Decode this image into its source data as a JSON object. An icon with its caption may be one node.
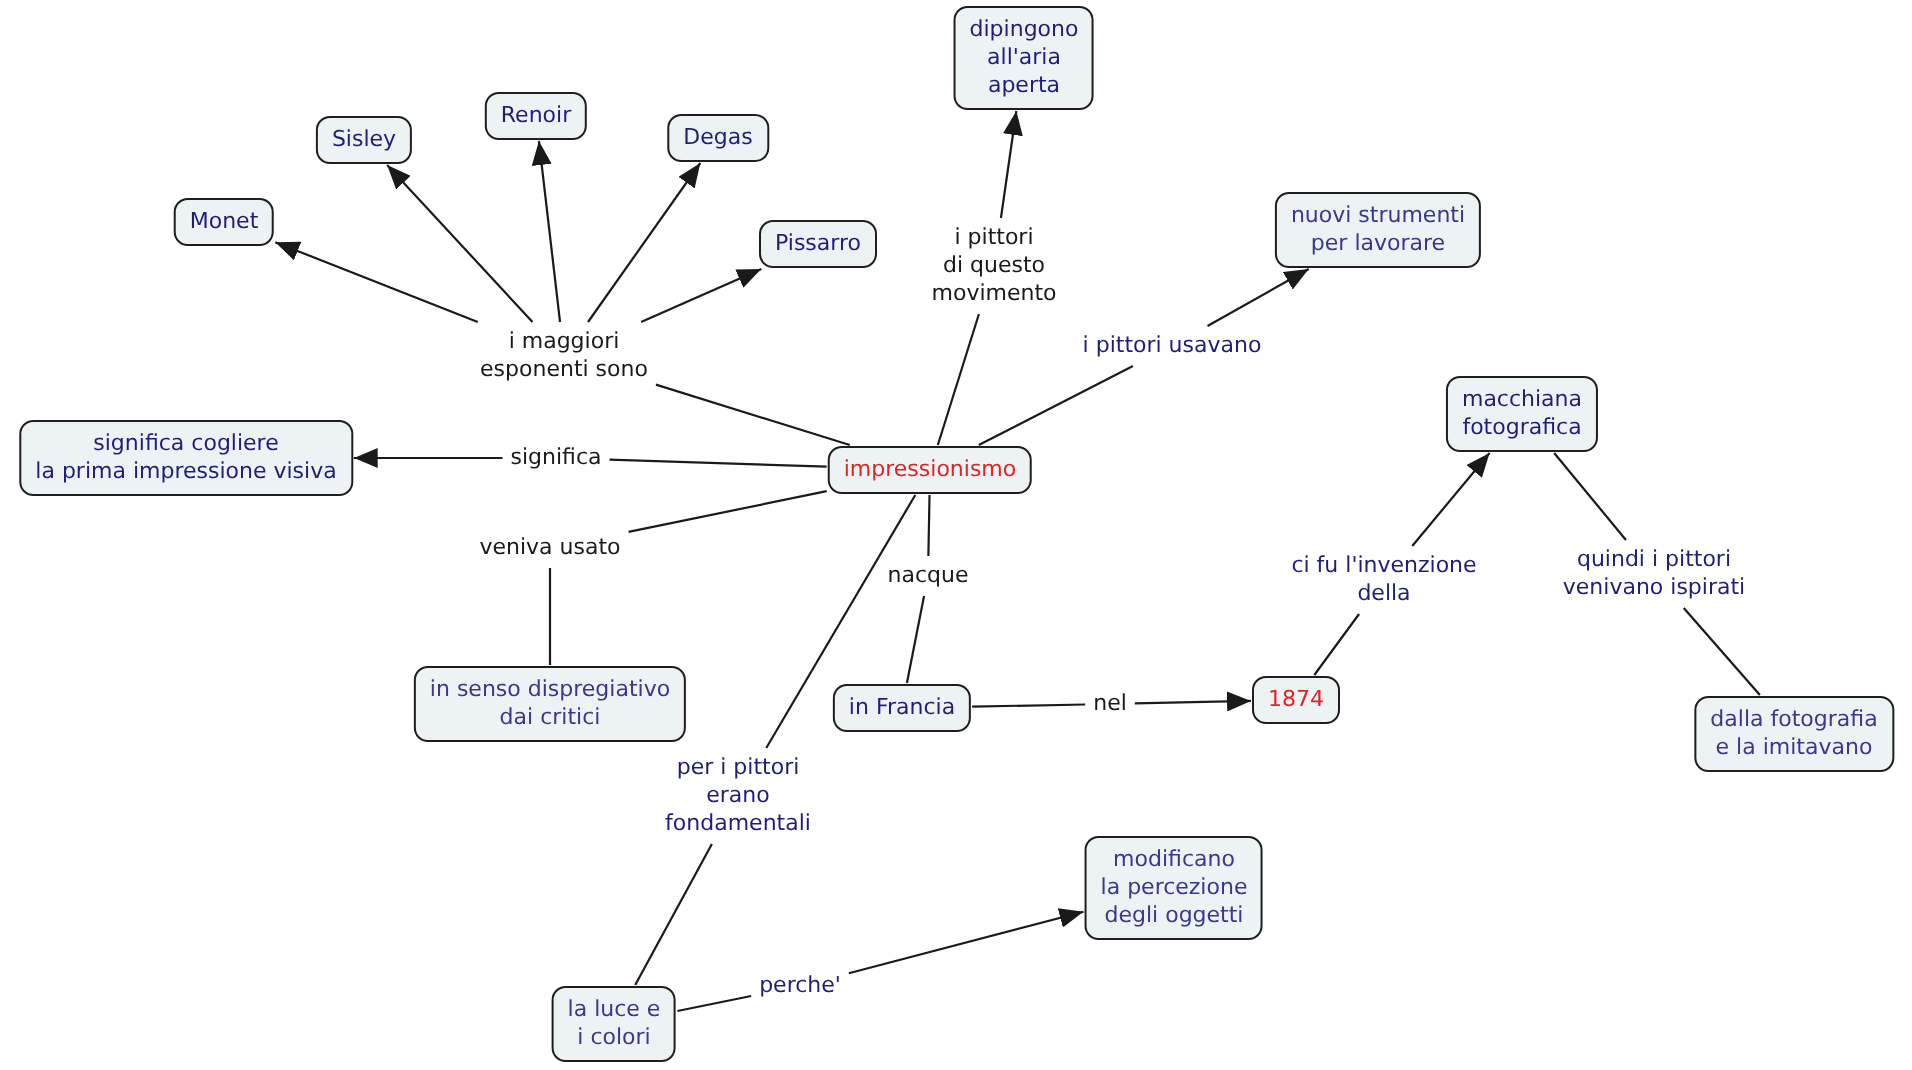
{
  "diagram": {
    "nodes": [
      {
        "text": [
          "dipingono all'aria aperta"
        ]
      },
      {
        "text": [
          "Sisley"
        ]
      },
      {
        "text": [
          "Renoir"
        ]
      },
      {
        "text": [
          "Degas"
        ]
      },
      {
        "text": [
          "Monet"
        ]
      },
      {
        "text": [
          "Pissarro"
        ]
      },
      {
        "text": [
          "i pittori di questo movimento"
        ]
      },
      {
        "text": [
          "nuovi strumenti per lavorare"
        ]
      },
      {
        "text": [
          "i maggiori esponenti sono"
        ]
      },
      {
        "text": [
          "i pittori usavano"
        ]
      },
      {
        "text": [
          "macchiana fotografica"
        ]
      },
      {
        "text": [
          "significa cogliere la prima impressione visiva"
        ]
      },
      {
        "text": [
          "significa"
        ]
      },
      {
        "text": [
          "impressionismo"
        ]
      },
      {
        "text": [
          "veniva usato"
        ]
      },
      {
        "text": [
          "quindi i pittori venivano ispirati"
        ]
      },
      {
        "text": [
          "ci fu l'invenzione della"
        ]
      },
      {
        "text": [
          "nacque"
        ]
      },
      {
        "text": [
          "in senso dispregiativo dai critici"
        ]
      },
      {
        "text": [
          "in Francia"
        ]
      },
      {
        "text": [
          "nel"
        ]
      },
      {
        "text": [
          "1874"
        ]
      },
      {
        "text": [
          "dalla fotografia e la imitavano"
        ]
      },
      {
        "text": [
          "per i pittori erano fondamentali"
        ]
      },
      {
        "text": [
          "modificano la percezione degli oggetti"
        ]
      },
      {
        "text": [
          "perche'"
        ]
      },
      {
        "text": [
          "la luce e i colori"
        ]
      }
    ],
    "edges": [
      {
        "from": 13,
        "to": 8,
        "arrow": "none"
      },
      {
        "from": 8,
        "to": 4,
        "arrow": "to"
      },
      {
        "from": 8,
        "to": 1,
        "arrow": "to"
      },
      {
        "from": 8,
        "to": 2,
        "arrow": "to"
      },
      {
        "from": 8,
        "to": 3,
        "arrow": "to"
      },
      {
        "from": 8,
        "to": 5,
        "arrow": "to"
      },
      {
        "from": 13,
        "to": 6,
        "arrow": "none"
      },
      {
        "from": 6,
        "to": 0,
        "arrow": "to"
      },
      {
        "from": 13,
        "to": 9,
        "arrow": "none"
      },
      {
        "from": 9,
        "to": 7,
        "arrow": "to"
      },
      {
        "from": 13,
        "to": 12,
        "arrow": "none"
      },
      {
        "from": 12,
        "to": 11,
        "arrow": "to"
      },
      {
        "from": 13,
        "to": 14,
        "arrow": "none"
      },
      {
        "from": 14,
        "to": 18,
        "arrow": "none"
      },
      {
        "from": 13,
        "to": 17,
        "arrow": "none"
      },
      {
        "from": 17,
        "to": 19,
        "arrow": "none"
      },
      {
        "from": 13,
        "to": 23,
        "arrow": "none"
      },
      {
        "from": 23,
        "to": 26,
        "arrow": "none"
      },
      {
        "from": 19,
        "to": 20,
        "arrow": "none"
      },
      {
        "from": 20,
        "to": 21,
        "arrow": "to"
      },
      {
        "from": 21,
        "to": 16,
        "arrow": "none"
      },
      {
        "from": 16,
        "to": 10,
        "arrow": "to"
      },
      {
        "from": 10,
        "to": 15,
        "arrow": "none"
      },
      {
        "from": 15,
        "to": 22,
        "arrow": "none"
      },
      {
        "from": 26,
        "to": 25,
        "arrow": "none"
      },
      {
        "from": 25,
        "to": 24,
        "arrow": "to"
      }
    ]
  }
}
